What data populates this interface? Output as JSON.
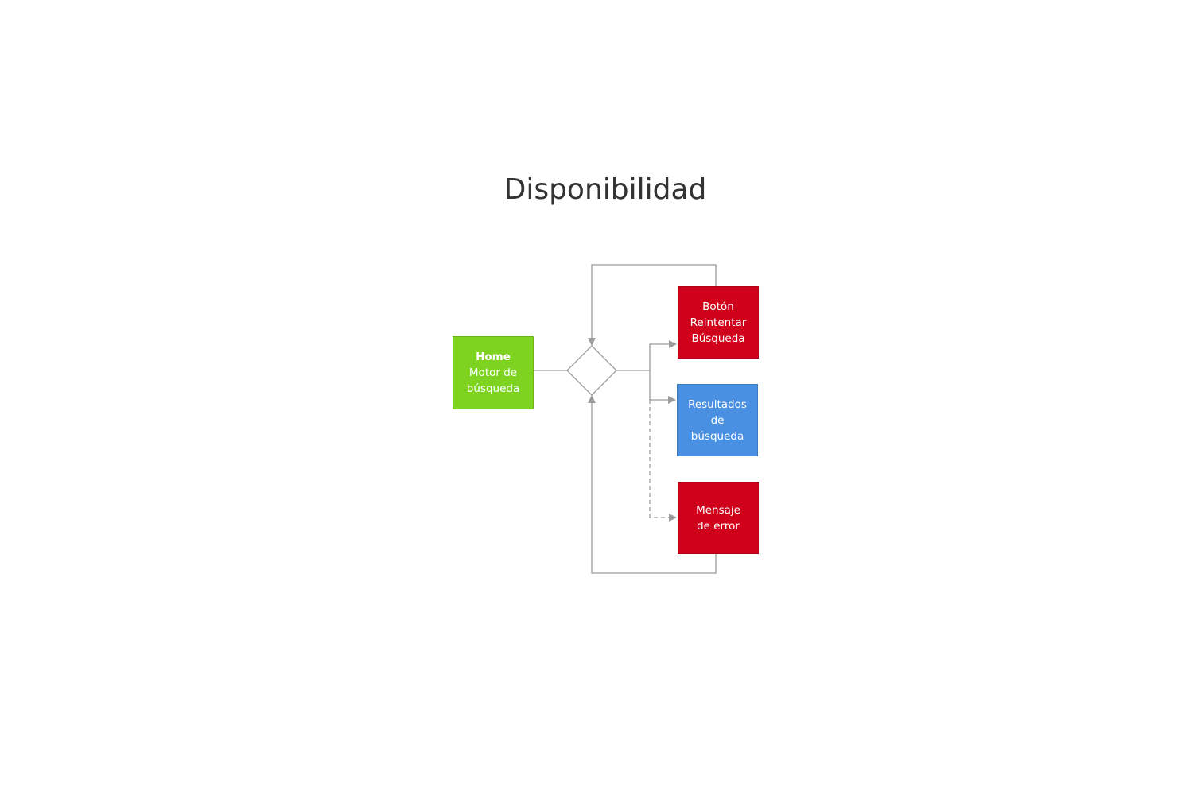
{
  "title": "Disponibilidad",
  "nodes": {
    "home": {
      "bold": "Home",
      "lines": [
        "Motor de",
        "búsqueda"
      ],
      "color": "#7ed321"
    },
    "retry": {
      "lines": [
        "Botón",
        "Reintentar",
        "Búsqueda"
      ],
      "color": "#d0021b"
    },
    "results": {
      "lines": [
        "Resultados",
        "de",
        "búsqueda"
      ],
      "color": "#4a90e2"
    },
    "error": {
      "lines": [
        "Mensaje",
        "de error"
      ],
      "color": "#d0021b"
    }
  },
  "connector_color": "#9b9b9b"
}
